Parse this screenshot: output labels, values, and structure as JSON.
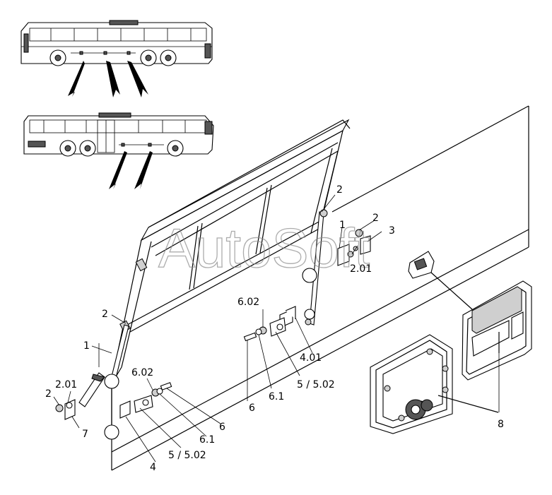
{
  "watermark": "AutoSoft",
  "callouts": {
    "c_2_top": "2",
    "c_1_top": "1",
    "c_2_hinge": "2",
    "c_3": "3",
    "c_201_top": "2.01",
    "c_2_left": "2",
    "c_1_left": "1",
    "c_602_mid": "6.02",
    "c_401": "4.01",
    "c_6_mid": "6",
    "c_61_mid": "6.1",
    "c_5502_mid": "5 / 5.02",
    "c_201_left": "2.01",
    "c_2_left_low": "2",
    "c_7": "7",
    "c_602_low": "6.02",
    "c_6_low": "6",
    "c_61_low": "6.1",
    "c_5502_low": "5 / 5.02",
    "c_4": "4",
    "c_8": "8"
  }
}
